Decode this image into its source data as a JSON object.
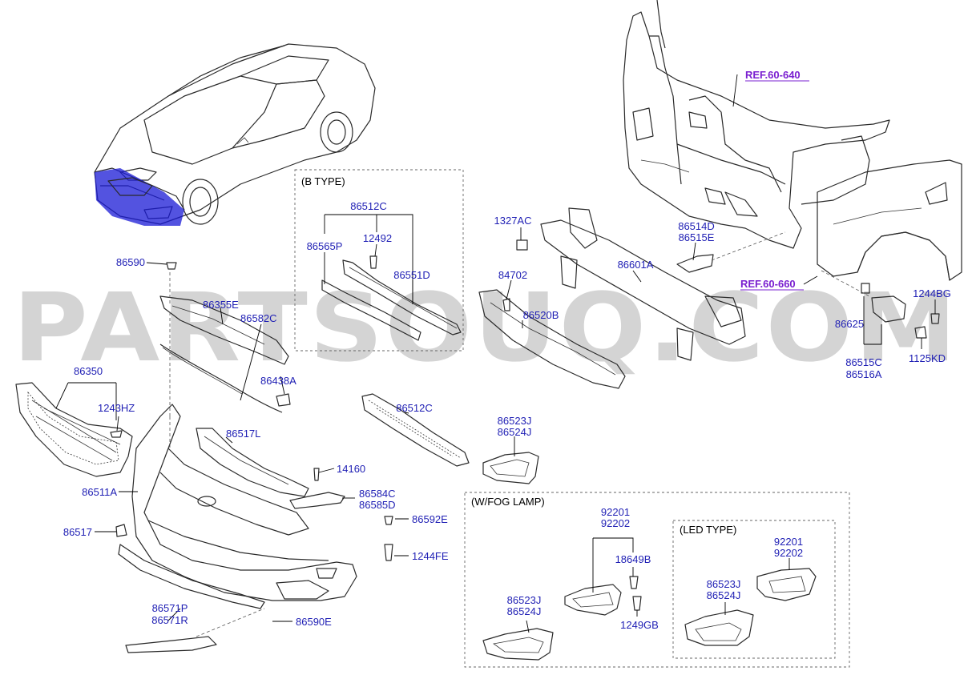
{
  "watermark": "PARTSOUQ.COM",
  "boxes": {
    "b_type": "(B TYPE)",
    "fog_lamp": "(W/FOG LAMP)",
    "led_type": "(LED TYPE)"
  },
  "refs": {
    "ref1": "REF.60-640",
    "ref2": "REF.60-660"
  },
  "labels": {
    "p86590": "86590",
    "p86355E": "86355E",
    "p86582C": "86582C",
    "p86438A": "86438A",
    "p86350": "86350",
    "p1243HZ": "1243HZ",
    "p86512C_b": "86512C",
    "p12492": "12492",
    "p86565P": "86565P",
    "p86551D": "86551D",
    "p1327AC": "1327AC",
    "p84702": "84702",
    "p86520B": "86520B",
    "p86601A": "86601A",
    "p86514D": "86514D",
    "p86515E": "86515E",
    "p1244BG": "1244BG",
    "p86625": "86625",
    "p1125KD": "1125KD",
    "p86515C": "86515C",
    "p86516A": "86516A",
    "p86512C": "86512C",
    "p86523J_a": "86523J",
    "p86524J_a": "86524J",
    "p86517L": "86517L",
    "p14160": "14160",
    "p86511A": "86511A",
    "p86584C": "86584C",
    "p86585D": "86585D",
    "p86517": "86517",
    "p86592E": "86592E",
    "p1244FE": "1244FE",
    "p86571P": "86571P",
    "p86571R": "86571R",
    "p86590E": "86590E",
    "p92201_a": "92201",
    "p92202_a": "92202",
    "p18649B": "18649B",
    "p86523J_b": "86523J",
    "p86524J_b": "86524J",
    "p1249GB": "1249GB",
    "p92201_b": "92201",
    "p92202_b": "92202",
    "p86523J_c": "86523J",
    "p86524J_c": "86524J"
  }
}
